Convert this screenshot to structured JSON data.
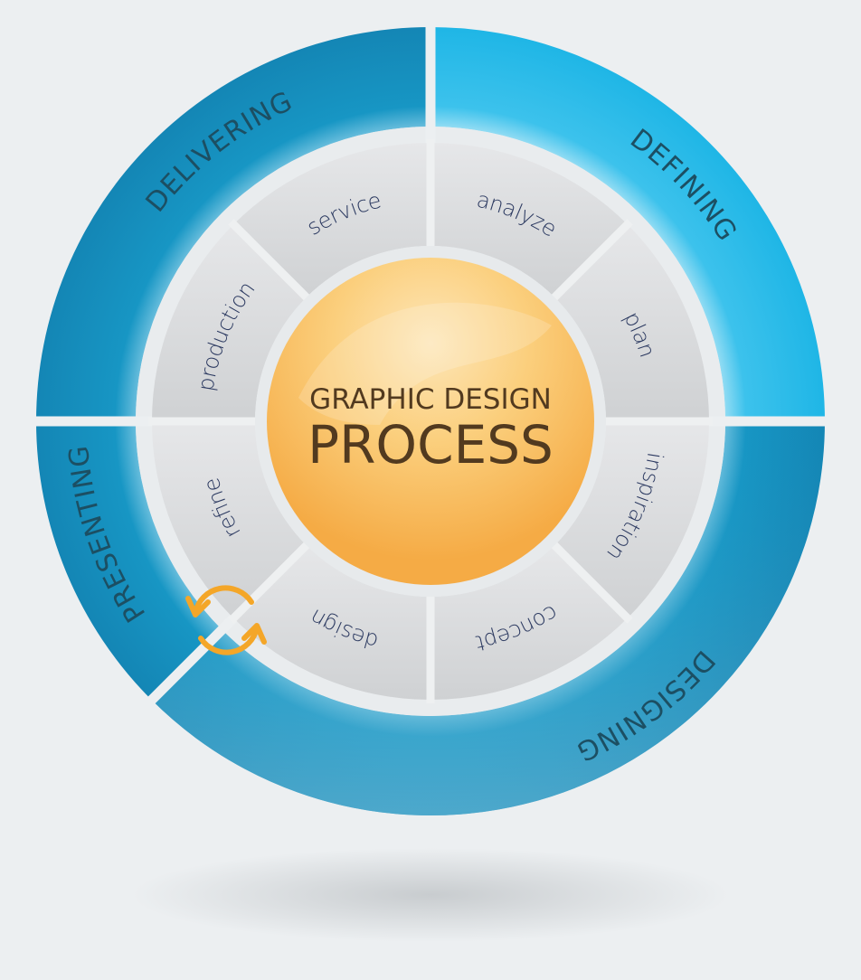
{
  "center": {
    "title_line1": "GRAPHIC DESIGN",
    "title_line2": "PROCESS"
  },
  "phases": [
    {
      "label": "DEFINING"
    },
    {
      "label": "DESIGNING"
    },
    {
      "label": "PRESENTING"
    },
    {
      "label": "DELIVERING"
    }
  ],
  "steps": [
    {
      "label": "analyze"
    },
    {
      "label": "plan"
    },
    {
      "label": "inspiration"
    },
    {
      "label": "concept"
    },
    {
      "label": "design"
    },
    {
      "label": "refine"
    },
    {
      "label": "production"
    },
    {
      "label": "service"
    }
  ],
  "icons": {
    "cycle": "refresh-cycle-icon"
  },
  "colors": {
    "ring_light": "#22bdea",
    "ring_dark": "#1591c0",
    "segment_gray": "#d7d9db",
    "center_orange": "#f7b44f",
    "center_light": "#fde2ad",
    "outer_text": "#1c4f63",
    "inner_text": "#2b3960",
    "center_text": "#523a1f",
    "icon_orange": "#f4a628"
  }
}
